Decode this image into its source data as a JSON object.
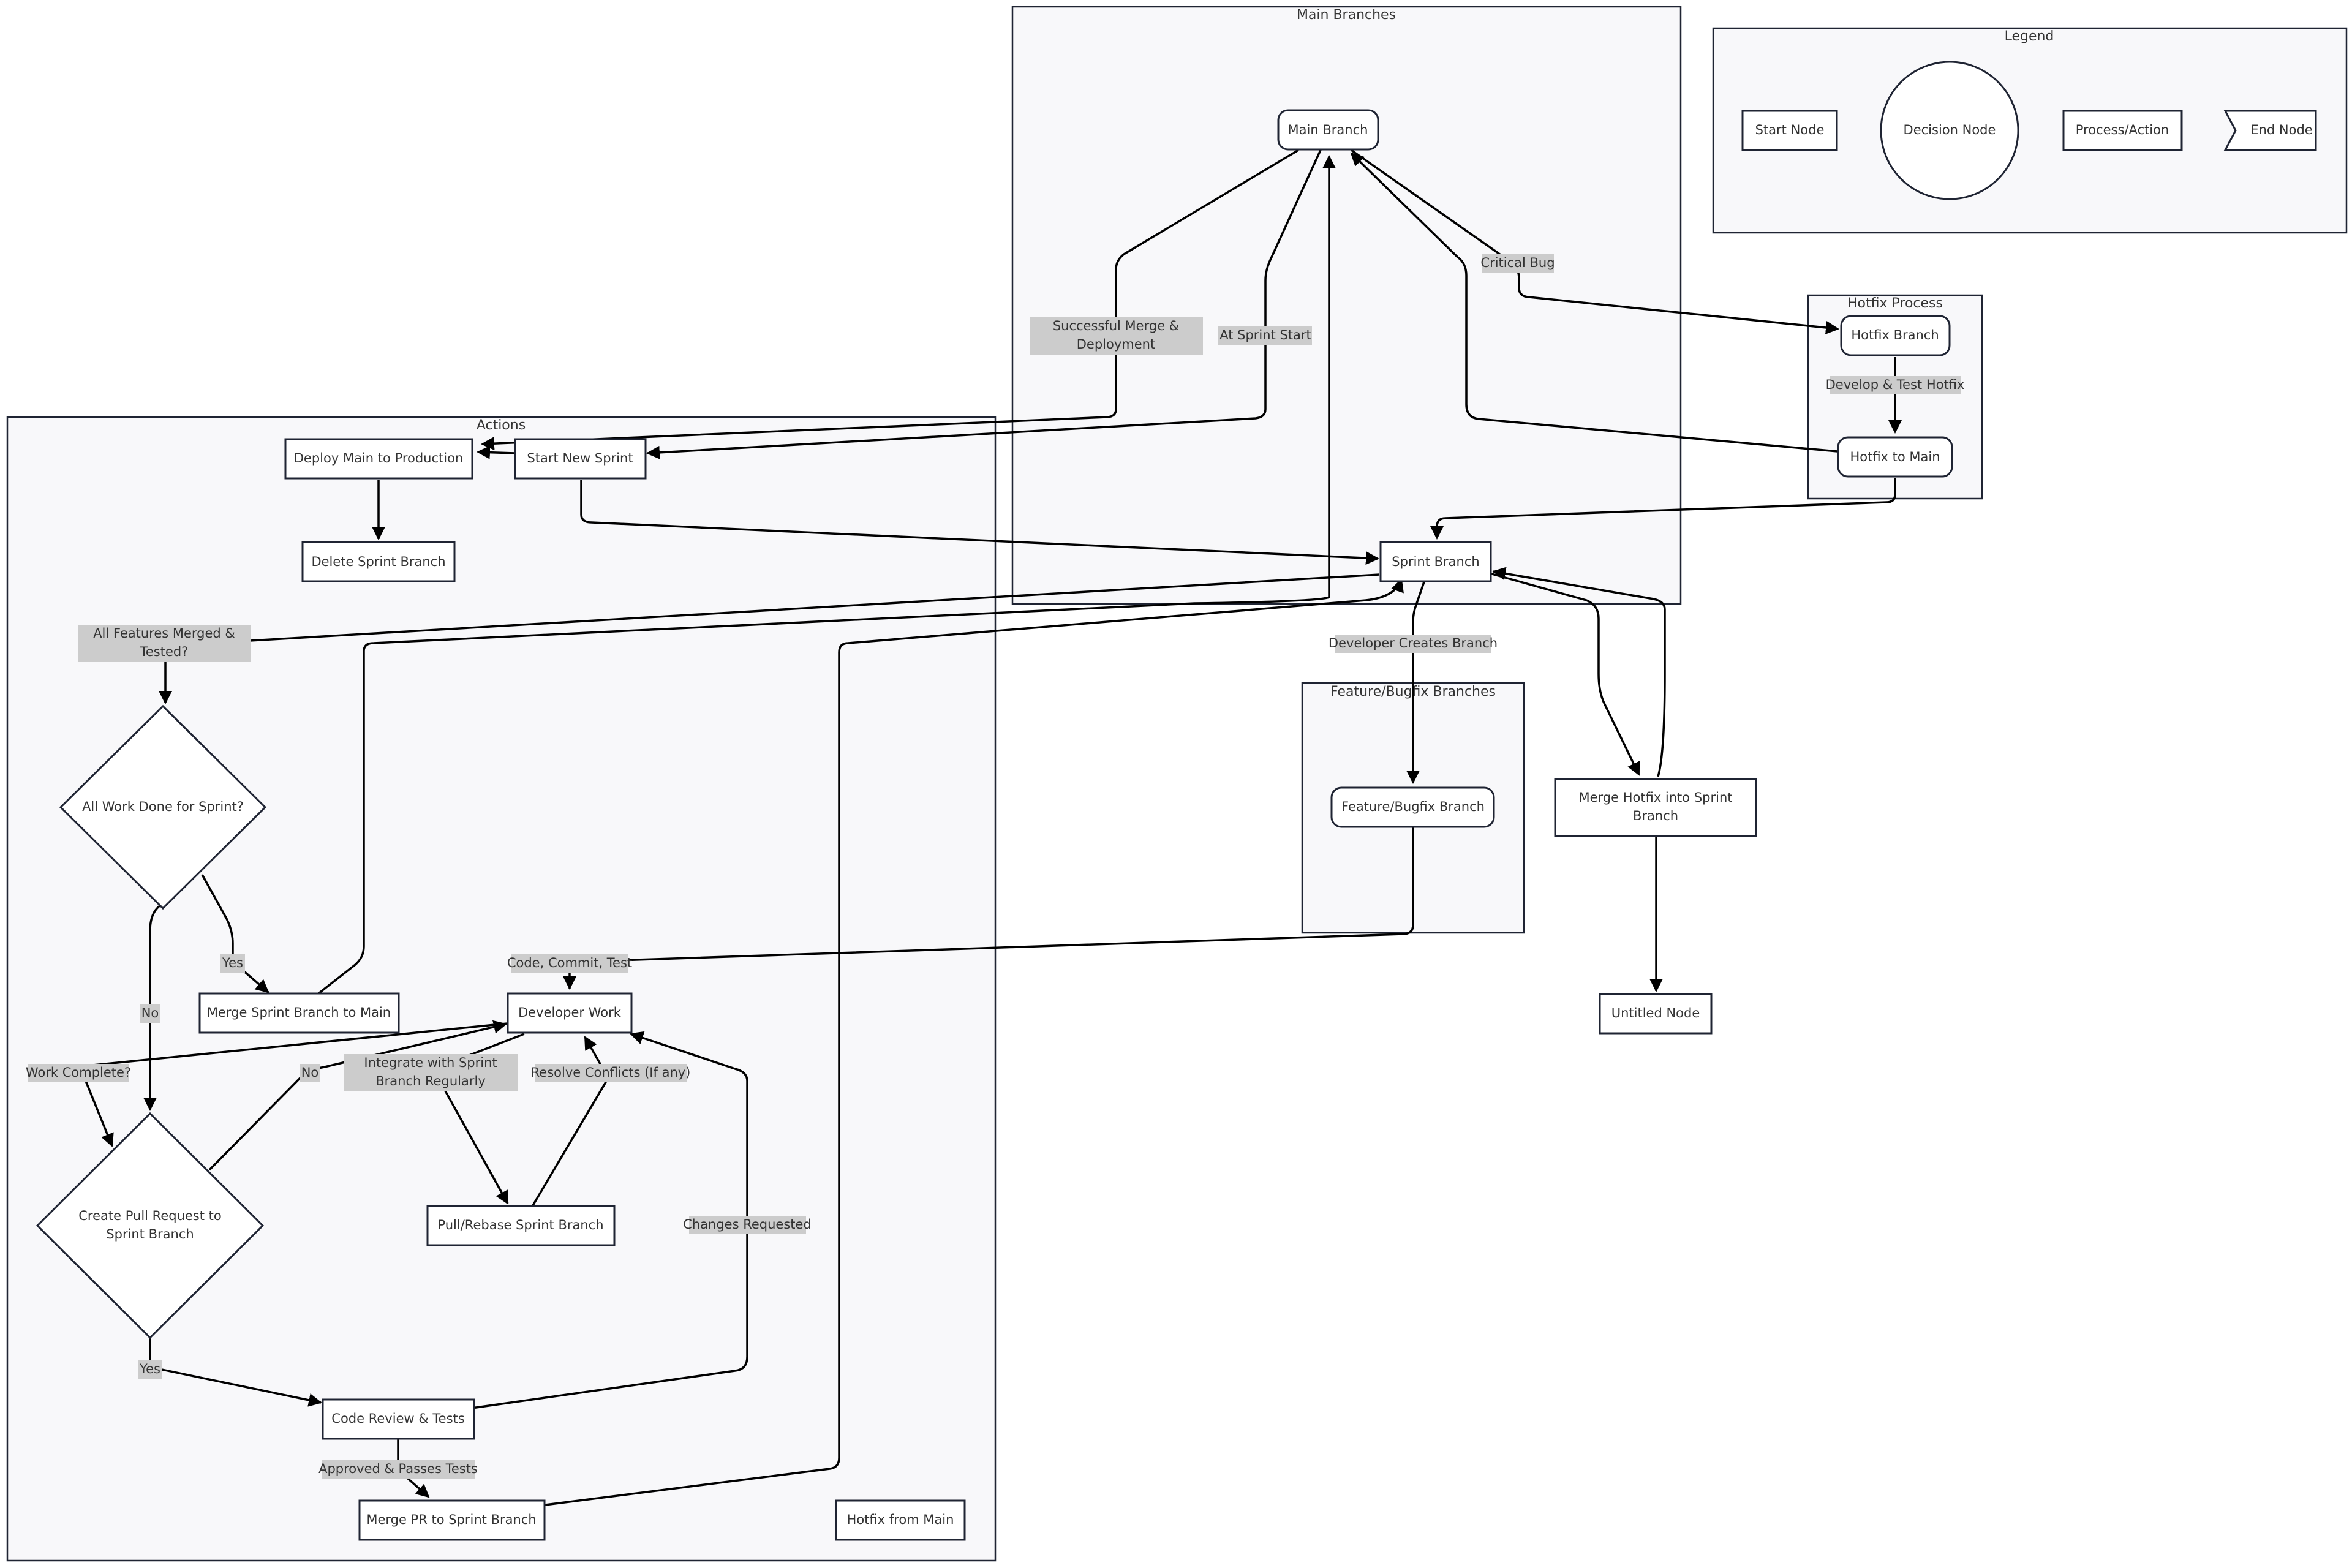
{
  "clusters": {
    "main_branches": "Main Branches",
    "legend": "Legend",
    "hotfix_process": "Hotfix Process",
    "actions": "Actions",
    "feature_bugfix_branches": "Feature/Bugfix Branches"
  },
  "nodes": {
    "main_branch": "Main Branch",
    "sprint_branch": "Sprint Branch",
    "hotfix_branch": "Hotfix Branch",
    "hotfix_to_main": "Hotfix to Main",
    "feature_bugfix_branch": "Feature/Bugfix Branch",
    "merge_hotfix_into_sprint": [
      "Merge Hotfix into Sprint",
      "Branch"
    ],
    "untitled_node": "Untitled Node",
    "legend_start": "Start Node",
    "legend_decision": "Decision Node",
    "legend_process": "Process/Action",
    "legend_end": "End Node",
    "deploy_main": "Deploy Main to Production",
    "start_new_sprint": "Start New Sprint",
    "delete_sprint_branch": "Delete Sprint Branch",
    "all_work_done": "All Work Done for Sprint?",
    "merge_sprint_to_main": "Merge Sprint Branch to Main",
    "developer_work": "Developer Work",
    "create_pull_request": [
      "Create Pull Request to",
      "Sprint Branch"
    ],
    "pull_rebase": "Pull/Rebase Sprint Branch",
    "code_review": "Code Review & Tests",
    "merge_pr": "Merge PR to Sprint Branch",
    "hotfix_from_main": "Hotfix from Main"
  },
  "edge_labels": {
    "successful_merge": [
      "Successful Merge &",
      "Deployment"
    ],
    "at_sprint_start": "At Sprint Start",
    "critical_bug": "Critical Bug",
    "develop_test_hotfix": "Develop & Test Hotfix",
    "developer_creates_branch": "Developer Creates Branch",
    "all_features_merged": [
      "All Features Merged &",
      "Tested?"
    ],
    "yes_1": "Yes",
    "no_1": "No",
    "code_commit_test": "Code, Commit, Test",
    "work_complete": "Work Complete?",
    "no_2": "No",
    "integrate": [
      "Integrate with Sprint",
      "Branch Regularly"
    ],
    "resolve_conflicts": "Resolve Conflicts (If any)",
    "changes_requested": "Changes Requested",
    "yes_2": "Yes",
    "approved": "Approved & Passes Tests"
  }
}
